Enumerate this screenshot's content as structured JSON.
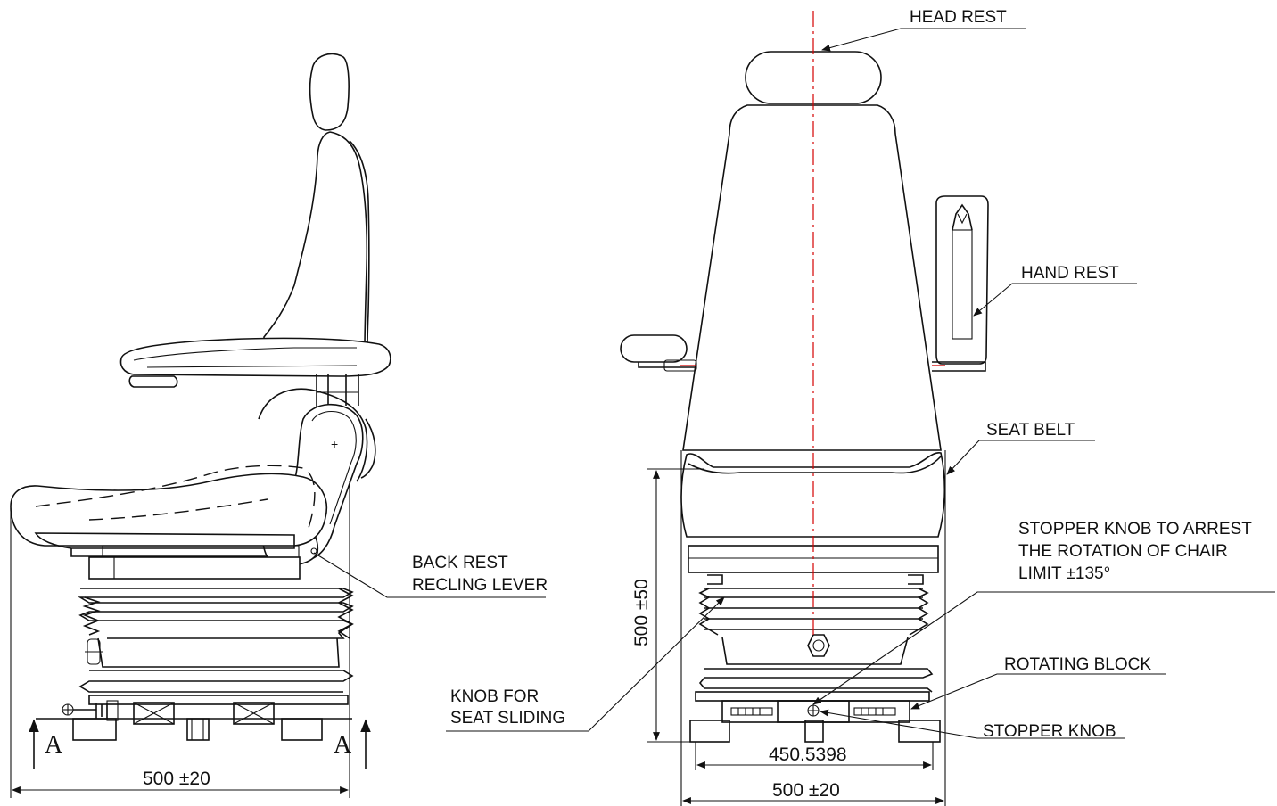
{
  "labels": {
    "head_rest": "HEAD REST",
    "hand_rest": "HAND REST",
    "seat_belt": "SEAT BELT",
    "stopper_knob_arrest_1": "STOPPER KNOB TO ARREST",
    "stopper_knob_arrest_2": "THE ROTATION OF CHAIR",
    "stopper_knob_arrest_3": "LIMIT  ±135°",
    "rotating_block": "ROTATING BLOCK",
    "stopper_knob": "STOPPER KNOB",
    "back_rest_1": "BACK REST",
    "back_rest_2": "RECLING LEVER",
    "knob_sliding_1": "KNOB  FOR",
    "knob_sliding_2": "SEAT SLIDING"
  },
  "dimensions": {
    "side_width": "500 ±20",
    "front_width": "500 ±20",
    "front_base_width": "450.5398",
    "front_height": "500 ±50"
  },
  "section_marks": {
    "left": "A",
    "right": "A"
  },
  "colors": {
    "line": "#111111",
    "centerline": "#d40000"
  }
}
